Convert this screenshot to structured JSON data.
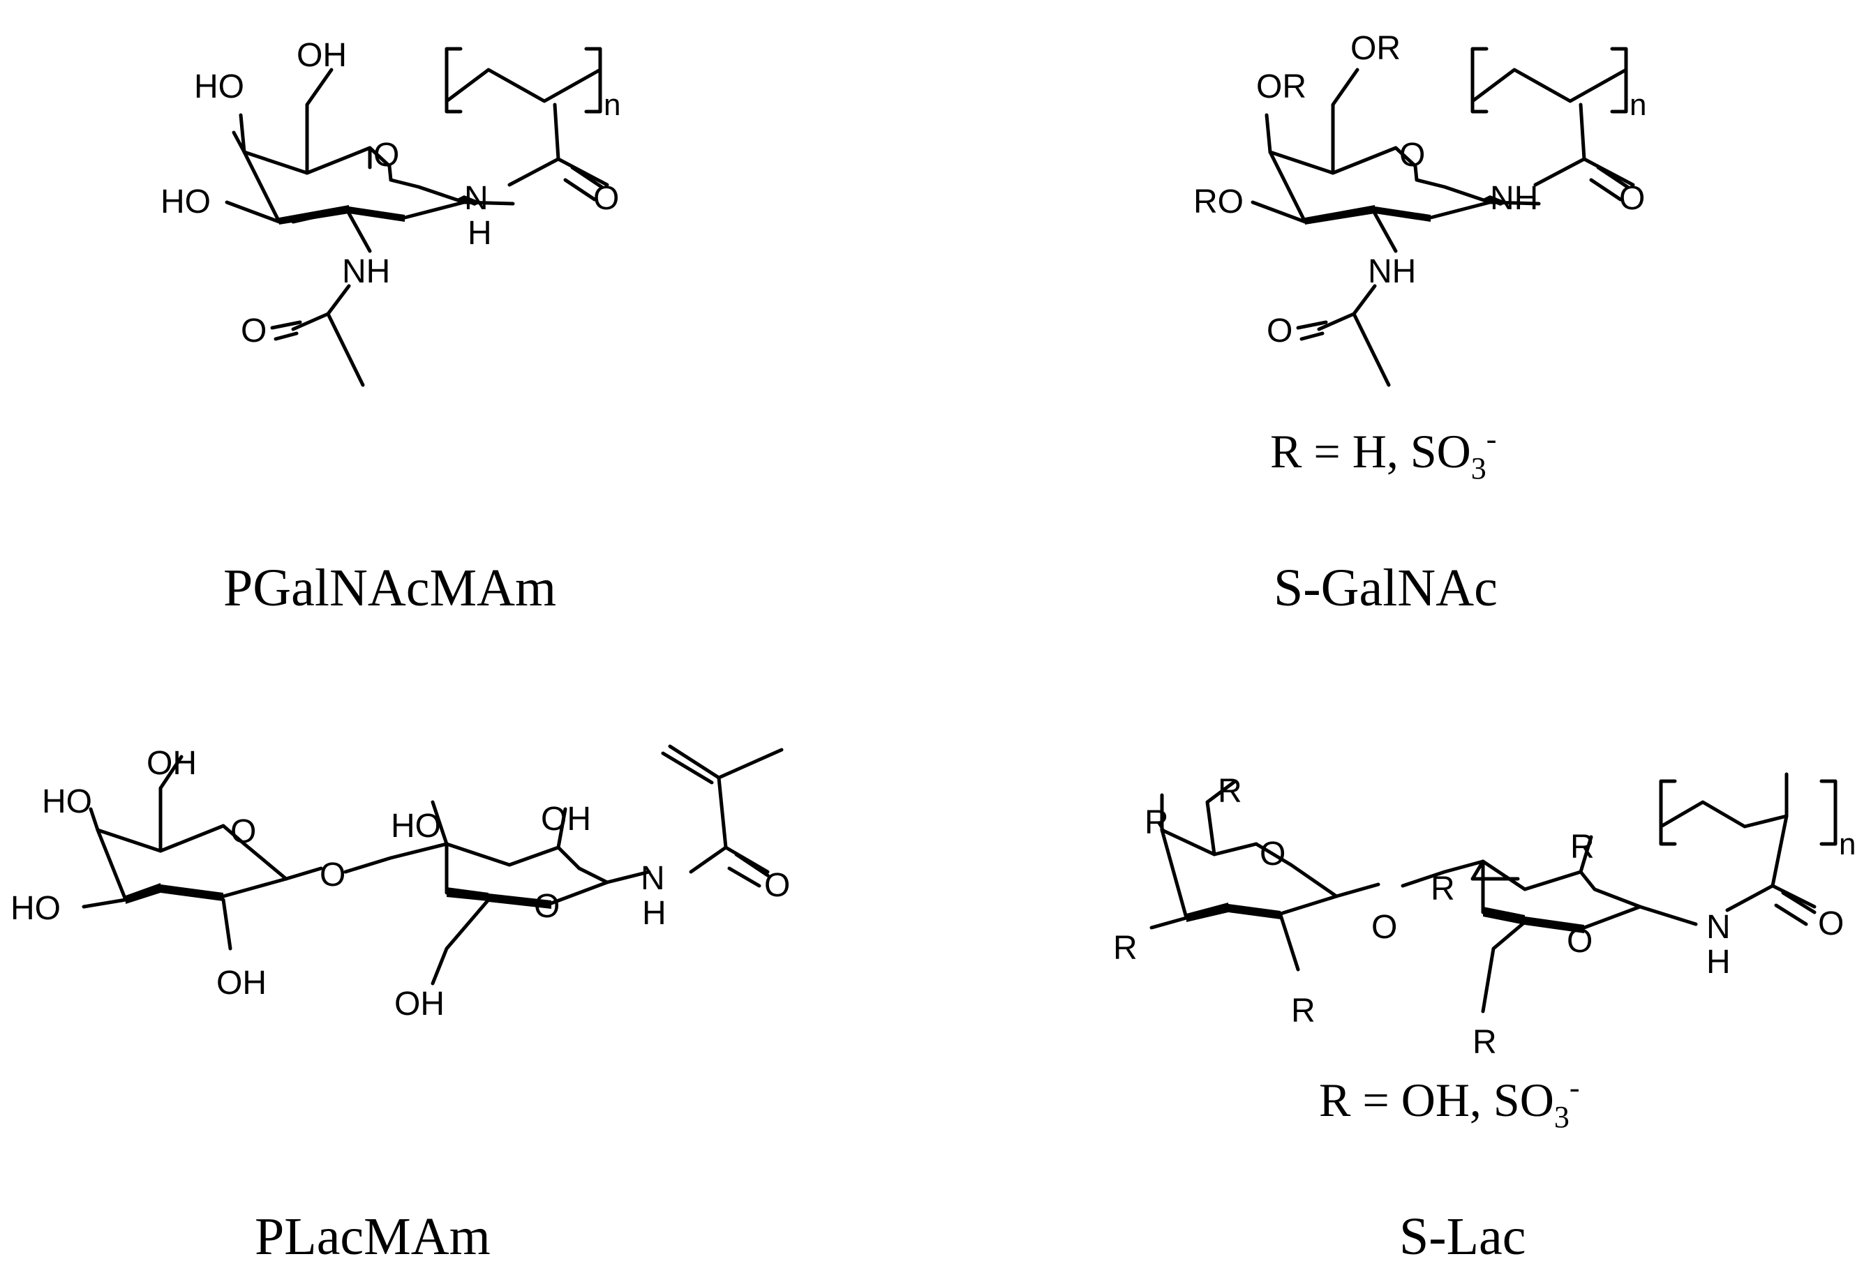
{
  "atoms": {
    "OH": "OH",
    "HO": "HO",
    "O": "O",
    "NH": "NH",
    "N": "N",
    "H": "H",
    "n": "n",
    "OR": "OR",
    "RO": "RO",
    "R": "R"
  },
  "structures": [
    {
      "id": "pgalnacmam",
      "caption": "PGalNAcMAm",
      "r_definition": ""
    },
    {
      "id": "s-galnac",
      "caption": "S-GalNAc",
      "r_definition": {
        "prefix": "R = H, SO",
        "subscript": "3",
        "superscript": "-"
      }
    },
    {
      "id": "placmam",
      "caption": "PLacMAm",
      "r_definition": ""
    },
    {
      "id": "s-lac",
      "caption": "S-Lac",
      "r_definition": {
        "prefix": "R = OH, SO",
        "subscript": "3",
        "superscript": "-"
      }
    }
  ]
}
